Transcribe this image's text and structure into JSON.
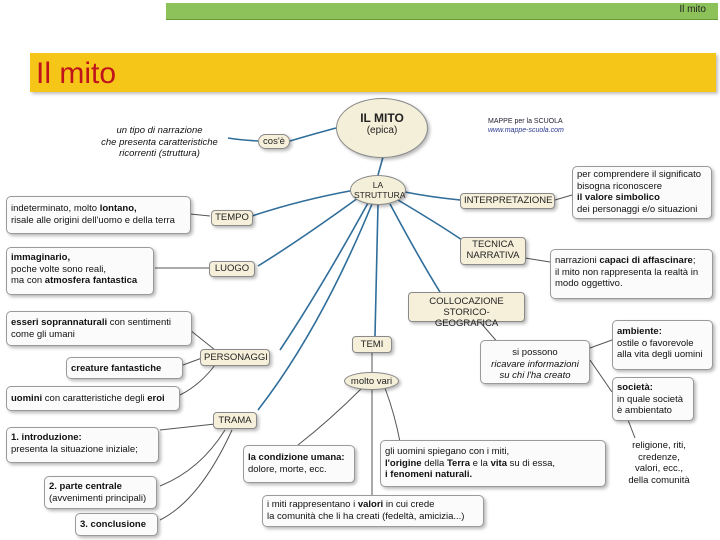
{
  "header": {
    "bar_label": "Il mito",
    "title": "Il mito"
  },
  "brand": {
    "name": "MAPPE per la SCUOLA",
    "url": "www.mappe-scuola.com"
  },
  "center": {
    "line1": "IL MITO",
    "line2": "(epica)"
  },
  "nodes": {
    "cose": "cos'è",
    "struttura_1": "LA",
    "struttura_2": "STRUTTURA",
    "interpretazione": "INTERPRETAZIONE",
    "tempo": "TEMPO",
    "luogo": "LUOGO",
    "tecnica_1": "TECNICA",
    "tecnica_2": "NARRATIVA",
    "collocazione_1": "COLLOCAZIONE",
    "collocazione_2": "STORICO-GEOGRAFICA",
    "temi": "TEMI",
    "molto_vari": "molto vari",
    "personaggi": "PERSONAGGI",
    "trama": "TRAMA"
  },
  "boxes": {
    "definizione": {
      "l1": "un tipo di narrazione",
      "l2": "che presenta caratteristiche",
      "l3": "ricorrenti (struttura)"
    },
    "tempo": {
      "l1a": "indeterminato, molto ",
      "l1b": "lontano,",
      "l2": "risale alle origini dell'uomo e della terra"
    },
    "luogo": {
      "l1": "immaginario,",
      "l2": "poche volte sono reali,",
      "l3a": "ma con ",
      "l3b": "atmosfera fantastica"
    },
    "interpretazione": {
      "l1": "per comprendere il significato",
      "l2": "bisogna riconoscere",
      "l3": "il valore simbolico",
      "l4": "dei personaggi e/o situazioni"
    },
    "tecnica": {
      "l1a": "narrazioni ",
      "l1b": "capaci di affascinare",
      "l1c": ";",
      "l2": "il mito non rappresenta la realtà in",
      "l3": "modo oggettivo."
    },
    "esseri": {
      "l1a": "esseri soprannaturali",
      "l1b": " con sentimenti",
      "l2": "come gli umani"
    },
    "creature": "creature fantastiche",
    "uomini": {
      "a": "uomini",
      "b": " con caratteristiche degli ",
      "c": "eroi"
    },
    "si_possono": {
      "l1": "si possono",
      "l2": "ricavare  informazioni",
      "l3": "su chi l'ha creato"
    },
    "ambiente": {
      "l1": "ambiente:",
      "l2": "ostile o favorevole",
      "l3": "alla vita degli uomini"
    },
    "societa": {
      "l1": "società:",
      "l2": "in quale società",
      "l3": "è ambientato"
    },
    "religione": {
      "l1": "religione, riti,",
      "l2": "credenze,",
      "l3": "valori, ecc.,",
      "l4": "della comunità"
    },
    "introduzione": {
      "l1": "1. introduzione:",
      "l2": "presenta la situazione iniziale;"
    },
    "parte_centrale": {
      "l1": "2. parte centrale",
      "l2": "(avvenimenti principali)"
    },
    "conclusione": "3. conclusione",
    "condizione": {
      "l1": "la condizione umana:",
      "l2": "dolore, morte, ecc."
    },
    "spiegano": {
      "l1": "gli uomini spiegano con i miti,",
      "l2a": "l'origine",
      "l2b": " della ",
      "l2c": "Terra",
      "l2d": " e la ",
      "l2e": "vita",
      "l2f": " su di essa,",
      "l3": "i fenomeni naturali."
    },
    "valori": {
      "l1a": "i miti rappresentano i ",
      "l1b": "valori",
      "l1c": " in cui crede",
      "l2": "la comunità che li ha creati (fedeltà, amicizia...)"
    }
  },
  "colors": {
    "title_bar": "#f5c518",
    "title_text": "#c0141c",
    "top_bar": "#8dc25b",
    "node_fill": "#f6f0da",
    "connector": "#2f6d9a"
  }
}
